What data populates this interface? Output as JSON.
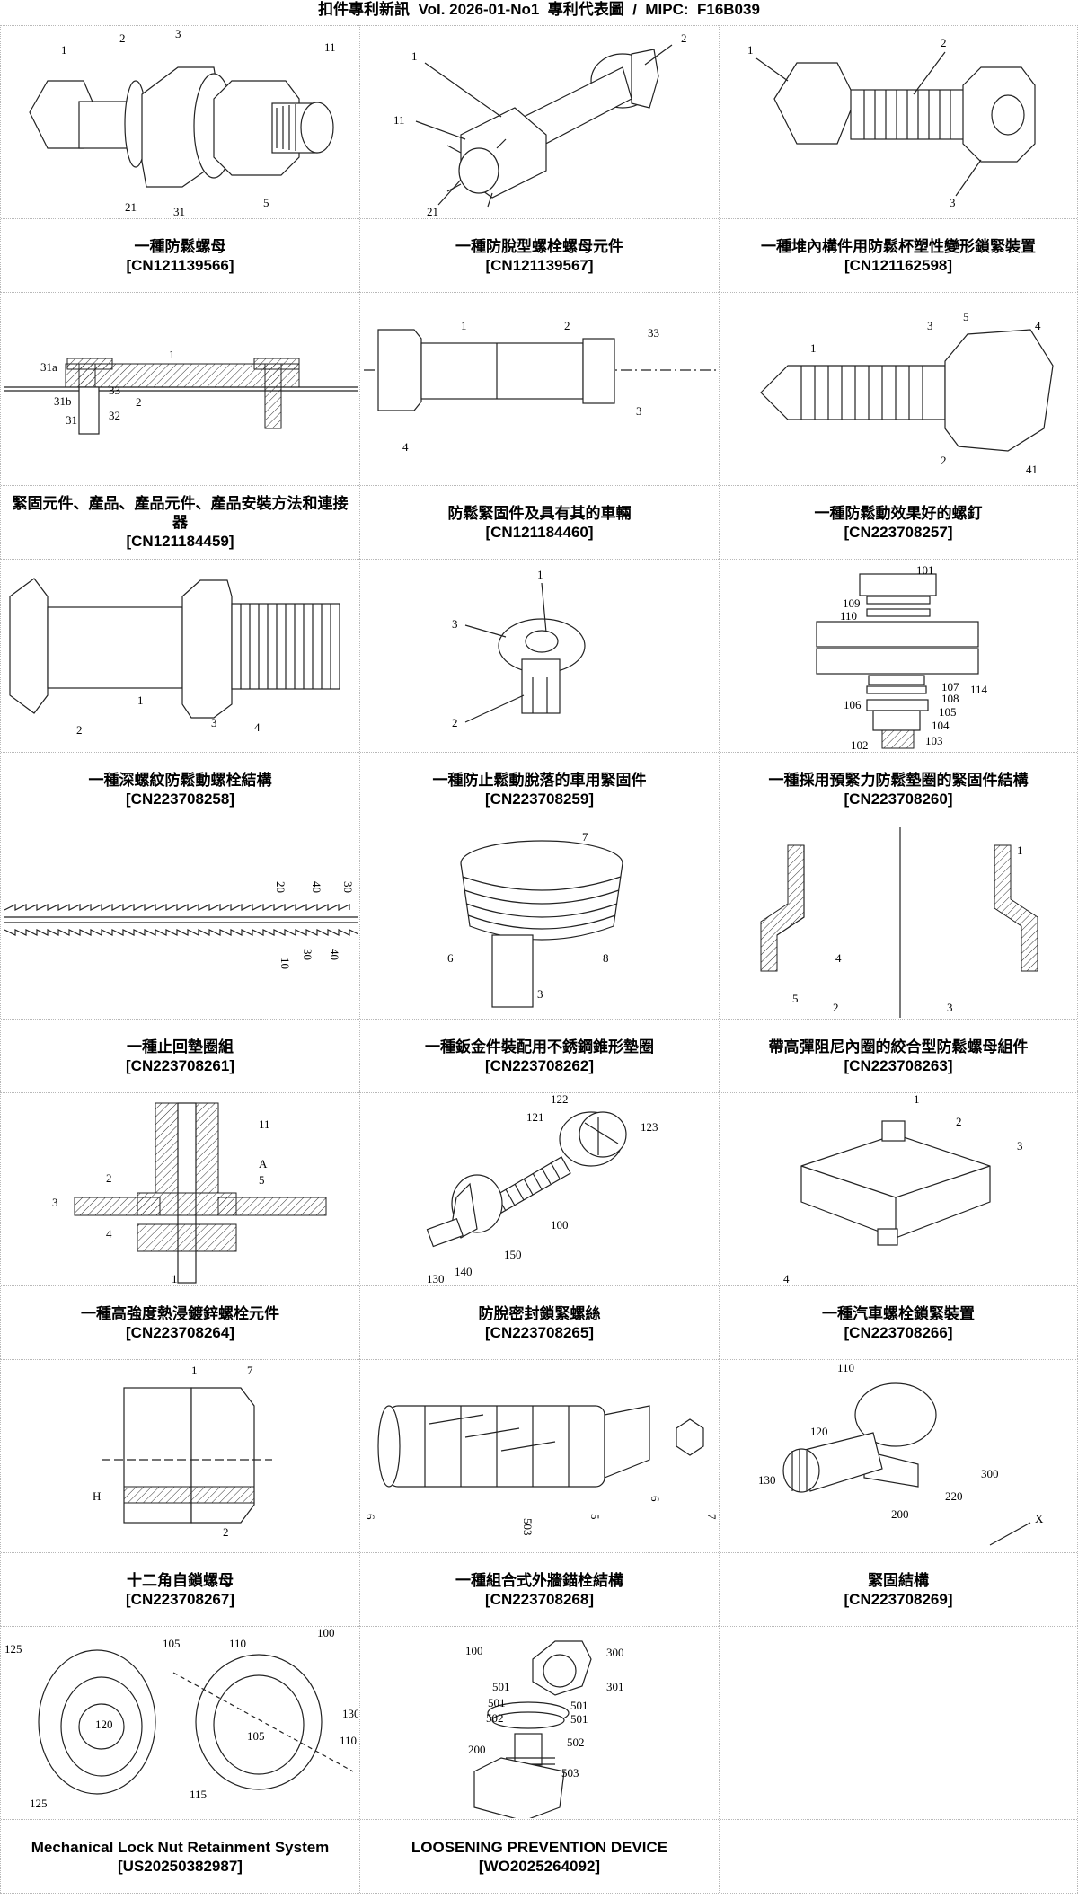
{
  "header": {
    "title": "扣件專利新訊  Vol. 2026-01-No1  專利代表圖  /  MIPC:  F16B039"
  },
  "patents": [
    {
      "title": "一種防鬆螺母",
      "number": "[CN121139566]",
      "labels": [
        "1",
        "2",
        "3",
        "11",
        "21",
        "31",
        "5"
      ]
    },
    {
      "title": "一種防脫型螺栓螺母元件",
      "number": "[CN121139567]",
      "labels": [
        "1",
        "2",
        "11",
        "21"
      ]
    },
    {
      "title": "一種堆內構件用防鬆杯塑性變形鎖緊裝置",
      "number": "[CN121162598]",
      "labels": [
        "1",
        "2",
        "3"
      ]
    },
    {
      "title": "緊固元件、產品、產品元件、產品安裝方法和連接器",
      "number": "[CN121184459]",
      "labels": [
        "1",
        "31a",
        "31b",
        "31",
        "33",
        "32",
        "2"
      ]
    },
    {
      "title": "防鬆緊固件及具有其的車輛",
      "number": "[CN121184460]",
      "labels": [
        "1",
        "2",
        "33",
        "3",
        "4"
      ]
    },
    {
      "title": "一種防鬆動效果好的螺釘",
      "number": "[CN223708257]",
      "labels": [
        "1",
        "3",
        "5",
        "4",
        "2",
        "41"
      ]
    },
    {
      "title": "一種深螺紋防鬆動螺栓結構",
      "number": "[CN223708258]",
      "labels": [
        "2",
        "1",
        "3",
        "4"
      ]
    },
    {
      "title": "一種防止鬆動脫落的車用緊固件",
      "number": "[CN223708259]",
      "labels": [
        "1",
        "3",
        "2"
      ]
    },
    {
      "title": "一種採用預緊力防鬆墊圈的緊固件結構",
      "number": "[CN223708260]",
      "labels": [
        "101",
        "109",
        "110",
        "114",
        "107",
        "108",
        "106",
        "105",
        "104",
        "103",
        "102"
      ]
    },
    {
      "title": "一種止回墊圈組",
      "number": "[CN223708261]",
      "labels": [
        "20",
        "40",
        "30",
        "10",
        "30",
        "40"
      ]
    },
    {
      "title": "一種鈑金件裝配用不銹鋼錐形墊圈",
      "number": "[CN223708262]",
      "labels": [
        "7",
        "6",
        "8",
        "3"
      ]
    },
    {
      "title": "帶高彈阻尼內圈的絞合型防鬆螺母組件",
      "number": "[CN223708263]",
      "labels": [
        "1",
        "4",
        "5",
        "2",
        "3"
      ]
    },
    {
      "title": "一種高強度熱浸鍍鋅螺栓元件",
      "number": "[CN223708264]",
      "labels": [
        "11",
        "2",
        "A",
        "5",
        "3",
        "4",
        "1"
      ]
    },
    {
      "title": "防脫密封鎖緊螺絲",
      "number": "[CN223708265]",
      "labels": [
        "122",
        "121",
        "123",
        "100",
        "150",
        "140",
        "130"
      ]
    },
    {
      "title": "一種汽車螺栓鎖緊裝置",
      "number": "[CN223708266]",
      "labels": [
        "1",
        "2",
        "3",
        "4"
      ]
    },
    {
      "title": "十二角自鎖螺母",
      "number": "[CN223708267]",
      "labels": [
        "1",
        "7",
        "H",
        "2"
      ]
    },
    {
      "title": "一種組合式外牆錨栓結構",
      "number": "[CN223708268]",
      "labels": [
        "503",
        "5",
        "6",
        "6",
        "7"
      ]
    },
    {
      "title": "緊固結構",
      "number": "[CN223708269]",
      "labels": [
        "110",
        "120",
        "130",
        "300",
        "220",
        "200",
        "X"
      ]
    },
    {
      "title": "Mechanical Lock Nut Retainment System",
      "number": "[US20250382987]",
      "labels": [
        "125",
        "105",
        "110",
        "100",
        "120",
        "105",
        "110",
        "130",
        "125",
        "115"
      ]
    },
    {
      "title": "LOOSENING PREVENTION DEVICE",
      "number": "[WO2025264092]",
      "labels": [
        "100",
        "300",
        "301",
        "501",
        "501",
        "501",
        "501",
        "502",
        "502",
        "200",
        "503"
      ]
    }
  ]
}
